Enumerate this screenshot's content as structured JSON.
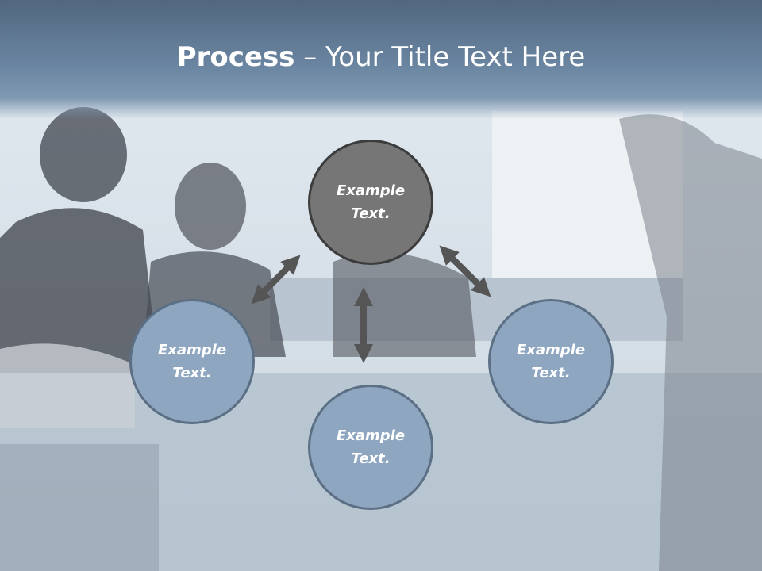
{
  "slide": {
    "title_bold": "Process",
    "title_rest": " – Your Title Text Here"
  },
  "nodes": [
    {
      "label": "Example Text.",
      "tone": "dark"
    },
    {
      "label": "Example Text.",
      "tone": "blue"
    },
    {
      "label": "Example Text.",
      "tone": "blue"
    },
    {
      "label": "Example Text.",
      "tone": "blue"
    }
  ],
  "colors": {
    "title_band": "#6a85a1",
    "center_node": "#767676",
    "outer_node": "#8ea6bf",
    "arrow": "#555555"
  },
  "icons": [
    "double-arrow-icon"
  ]
}
